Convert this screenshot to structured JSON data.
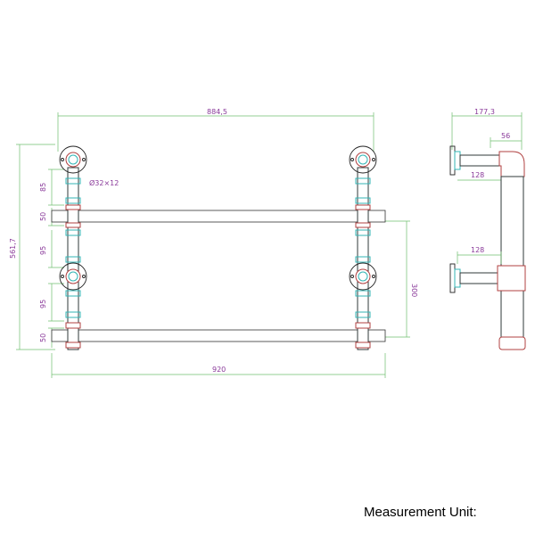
{
  "dimensions": {
    "top_width": "884,5",
    "total_height": "561,7",
    "pipe_spec": "Ø32×12",
    "top_segment": "85",
    "shelf_thickness_top": "50",
    "upper_gap": "95",
    "lower_gap": "95",
    "shelf_thickness_bottom": "50",
    "shelf_spacing": "300",
    "bottom_width": "920",
    "side_depth": "177,3",
    "elbow_offset": "56",
    "upper_arm": "128",
    "lower_arm": "128"
  },
  "caption": "Measurement Unit:"
}
